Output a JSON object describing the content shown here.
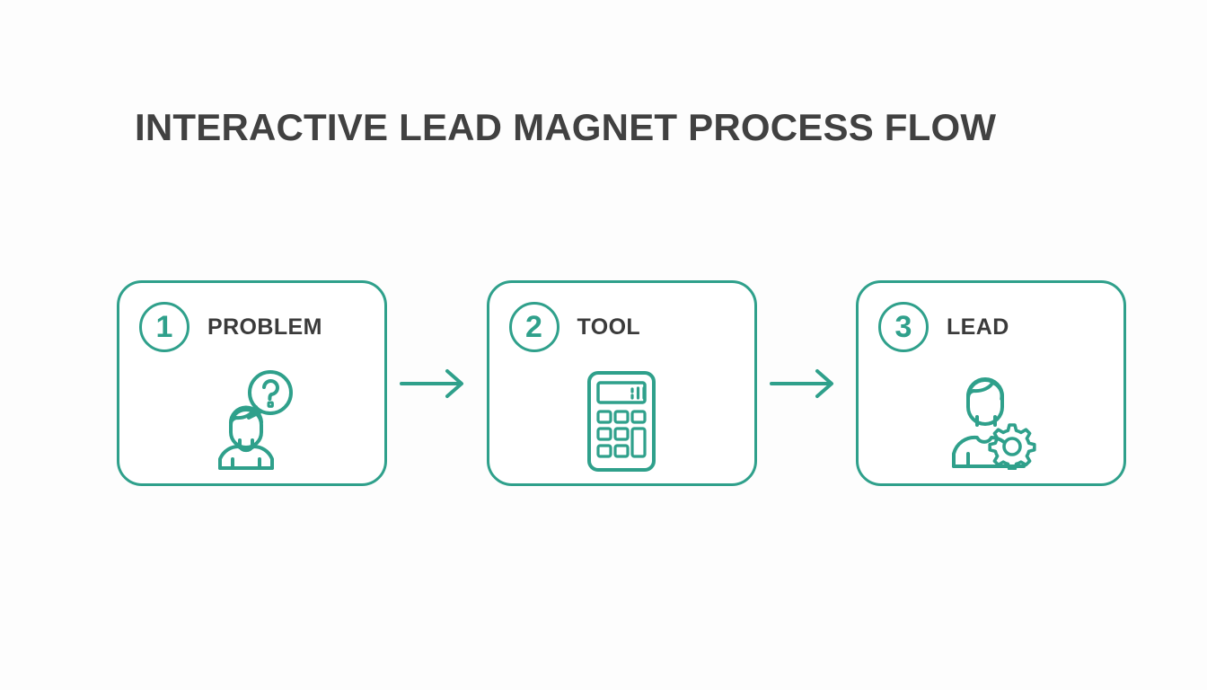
{
  "page": {
    "title": "INTERACTIVE LEAD MAGNET PROCESS FLOW",
    "background_color": "#fdfdfd",
    "accent_color": "#2fa08b",
    "title_color": "#414141",
    "label_color": "#3b3b3b"
  },
  "flow": {
    "steps": [
      {
        "number": "1",
        "label": "PROBLEM",
        "icon": "person-question-bubble-icon"
      },
      {
        "number": "2",
        "label": "TOOL",
        "icon": "calculator-icon"
      },
      {
        "number": "3",
        "label": "LEAD",
        "icon": "person-gear-icon"
      }
    ],
    "connectors": [
      {
        "icon": "arrow-right-icon"
      },
      {
        "icon": "arrow-right-icon"
      }
    ]
  }
}
